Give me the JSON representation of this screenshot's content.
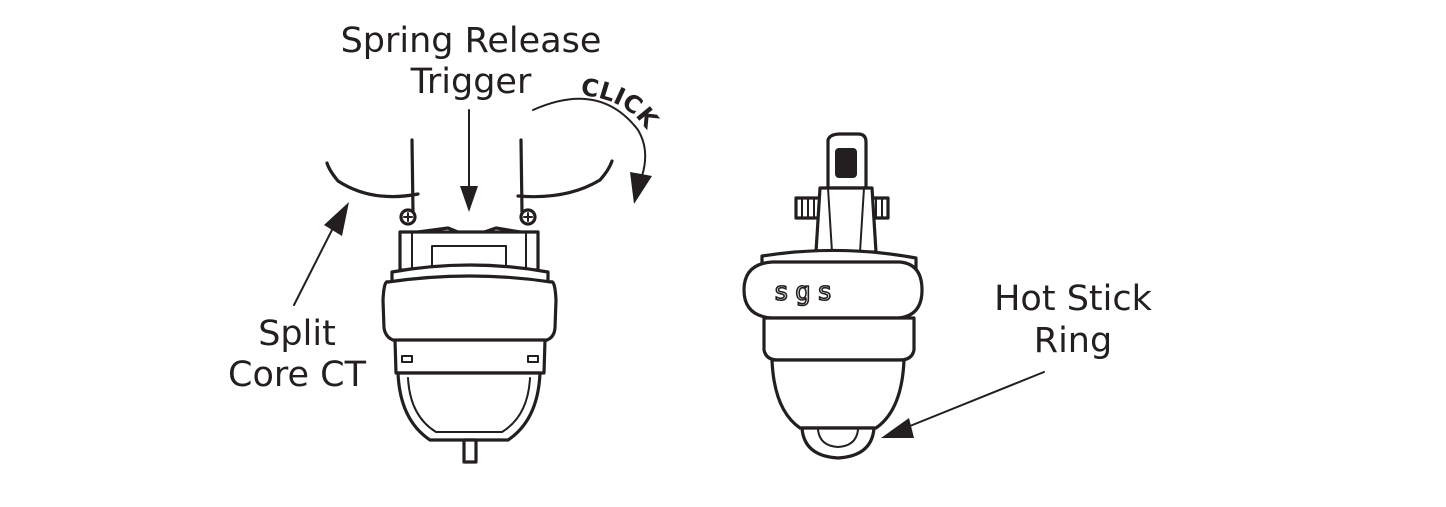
{
  "labels": {
    "spring_release_line1": "Spring Release",
    "spring_release_line2": "Trigger",
    "click": "CLICK",
    "split_core_line1": "Split",
    "split_core_line2": "Core CT",
    "hot_stick_line1": "Hot Stick",
    "hot_stick_line2": "Ring",
    "brand": "sgs"
  }
}
